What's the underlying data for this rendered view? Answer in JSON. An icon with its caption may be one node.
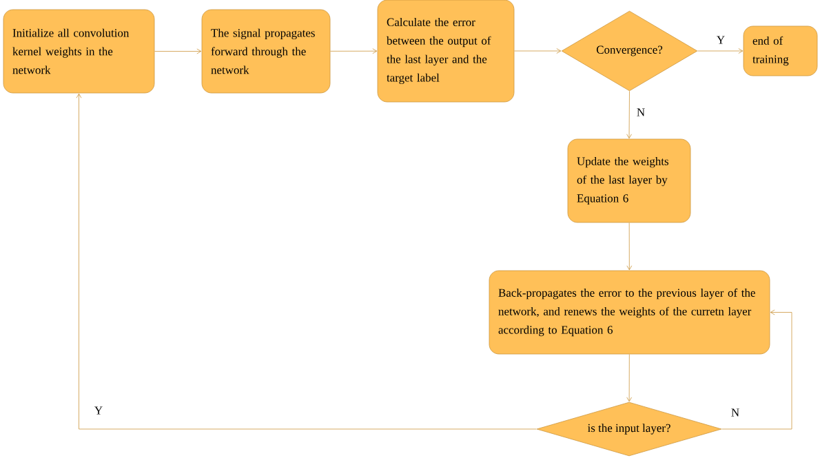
{
  "diagram": {
    "nodes": [
      {
        "text": [
          "Initialize all convolution kernel weights in the network"
        ]
      },
      {
        "text": [
          "The signal propagates forward through the network"
        ]
      },
      {
        "text": [
          "Calculate the error between the output of the last layer and the target label"
        ]
      },
      {
        "text": [
          "Convergence?"
        ]
      },
      {
        "text": [
          "end of training"
        ]
      },
      {
        "text": [
          "Update the weights of the last layer by Equation 6"
        ]
      },
      {
        "text": [
          "Back-propagates the error to the previous layer of the network, and renews the weights of the curretn layer according to Equation 6"
        ]
      },
      {
        "text": [
          "is the input layer?"
        ]
      }
    ],
    "edges": [
      {
        "from": 0,
        "to": 1,
        "arrow": "to"
      },
      {
        "from": 1,
        "to": 2,
        "arrow": "to"
      },
      {
        "from": 2,
        "to": 3,
        "arrow": "to"
      },
      {
        "from": 3,
        "to": 4,
        "arrow": "to",
        "label": "Y"
      },
      {
        "from": 3,
        "to": 5,
        "arrow": "to",
        "label": "N"
      },
      {
        "from": 5,
        "to": 6,
        "arrow": "to"
      },
      {
        "from": 6,
        "to": 7,
        "arrow": "to"
      },
      {
        "from": 7,
        "to": 0,
        "arrow": "to",
        "label": "Y"
      },
      {
        "from": 7,
        "to": 6,
        "arrow": "to",
        "label": "N"
      }
    ]
  }
}
